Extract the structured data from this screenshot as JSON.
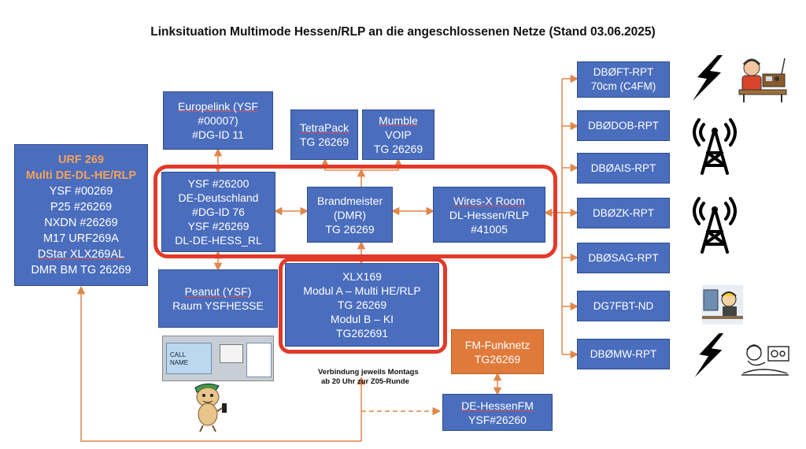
{
  "title": "Linksituation Multimode Hessen/RLP an die angeschlossenen Netze (Stand 03.06.2025)",
  "colors": {
    "box": "#4a6dbd",
    "orange": "#e07a3a",
    "red_frame": "#e23a2a",
    "wire": "#e0874a"
  },
  "urf": {
    "l1": "URF 269",
    "l2": "Multi DE-DL-HE/RLP",
    "l3": "YSF #00269",
    "l4": "P25 #26269",
    "l5": "NXDN #26269",
    "l6": "M17 URF269A",
    "l7": "DStar XLX269AL",
    "l8": "DMR BM TG 26269"
  },
  "europelink": {
    "l1": "Europelink (YSF",
    "l2": "#00007)",
    "l3": "#DG-ID 11"
  },
  "tetrapack": {
    "l1": "TetraPack",
    "l2": "TG 26269"
  },
  "mumble": {
    "l1": "Mumble",
    "l2": "VOIP",
    "l3": "TG 26269"
  },
  "ysf": {
    "l1": "YSF #26200",
    "l2": "DE-Deutschland",
    "l3": "#DG-ID 76",
    "l4": "YSF #26269",
    "l5": "DL-DE-HESS_RL"
  },
  "brandmeister": {
    "l1": "Brandmeister",
    "l2": "(DMR)",
    "l3": "TG 26269"
  },
  "wiresx": {
    "l1": "Wires-X Room",
    "l2": "DL-Hessen/RLP",
    "l3": "#41005"
  },
  "peanut": {
    "l1": "Peanut (YSF)",
    "l2": "Raum YSFHESSE"
  },
  "xlx": {
    "l1": "XLX169",
    "l2": "Modul A – Multi HE/RLP",
    "l3": "TG 26269",
    "l4": "Modul B – KI",
    "l5": "TG262691"
  },
  "fm": {
    "l1": "FM-Funknetz",
    "l2": "TG26269"
  },
  "hessenfm": {
    "l1": "DE-HessenFM",
    "l2": "YSF#26260"
  },
  "note": {
    "l1": "Verbindung jeweils Montags",
    "l2": "ab 20 Uhr zur Z05-Runde"
  },
  "peanut_app": {
    "l1": "CALL",
    "l2": "NAME"
  },
  "repeaters": [
    {
      "l1": "DBØFT-RPT",
      "l2": "70cm (C4FM)"
    },
    {
      "l1": "DBØDOB-RPT"
    },
    {
      "l1": "DBØAIS-RPT"
    },
    {
      "l1": "DBØZK-RPT"
    },
    {
      "l1": "DBØSAG-RPT"
    },
    {
      "l1": "DG7FBT-ND"
    },
    {
      "l1": "DBØMW-RPT"
    }
  ]
}
